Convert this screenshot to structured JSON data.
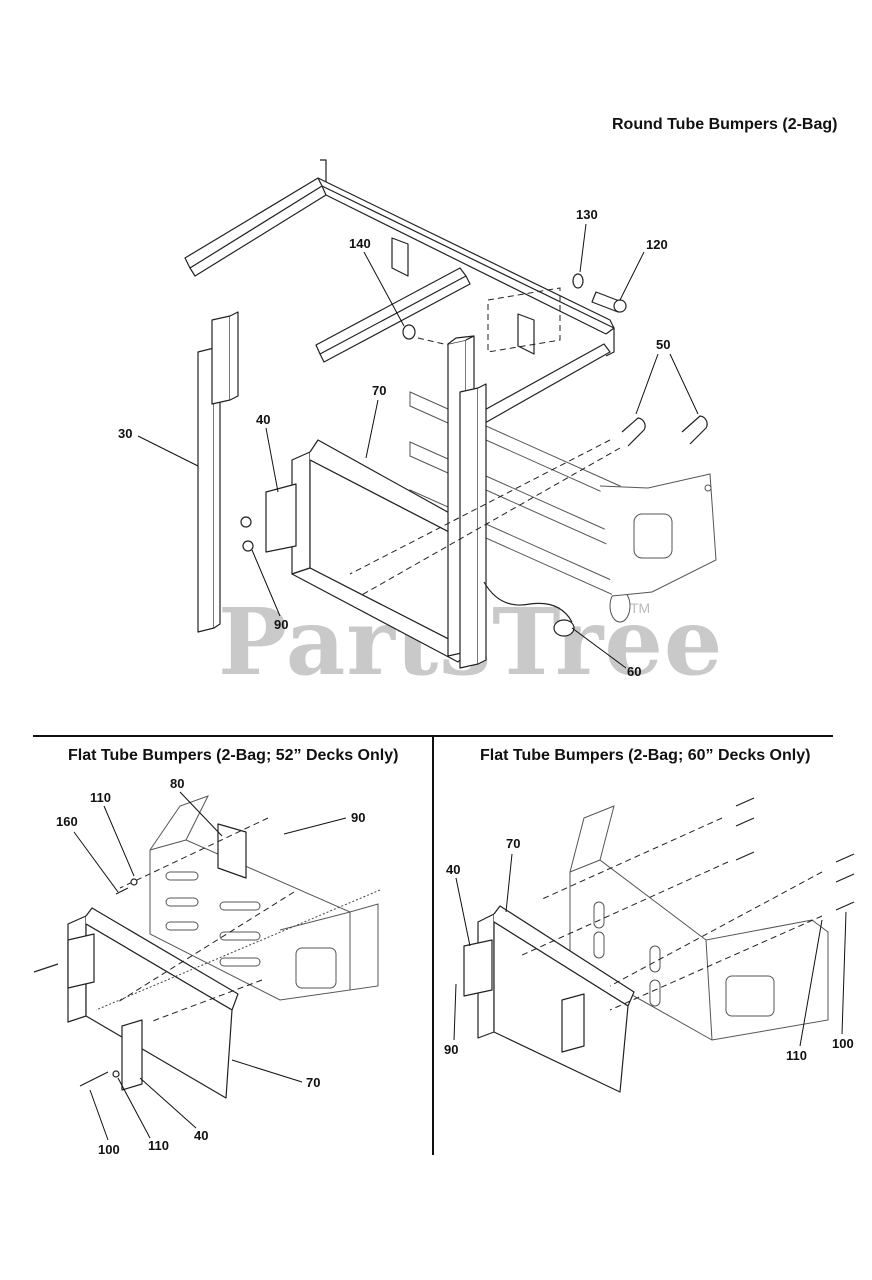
{
  "sections": {
    "round": {
      "title": "Round Tube Bumpers (2-Bag)"
    },
    "flat52": {
      "title": "Flat Tube Bumpers (2-Bag; 52” Decks Only)"
    },
    "flat60": {
      "title": "Flat Tube Bumpers (2-Bag; 60” Decks Only)"
    }
  },
  "watermark": {
    "text": "PartsTree",
    "tm": "TM"
  },
  "callouts": {
    "round": [
      "130",
      "120",
      "140",
      "50",
      "30",
      "40",
      "70",
      "90",
      "60"
    ],
    "flat52": [
      "110",
      "80",
      "90",
      "160",
      "70",
      "100",
      "110",
      "40"
    ],
    "flat60": [
      "70",
      "40",
      "90",
      "110",
      "100"
    ]
  }
}
